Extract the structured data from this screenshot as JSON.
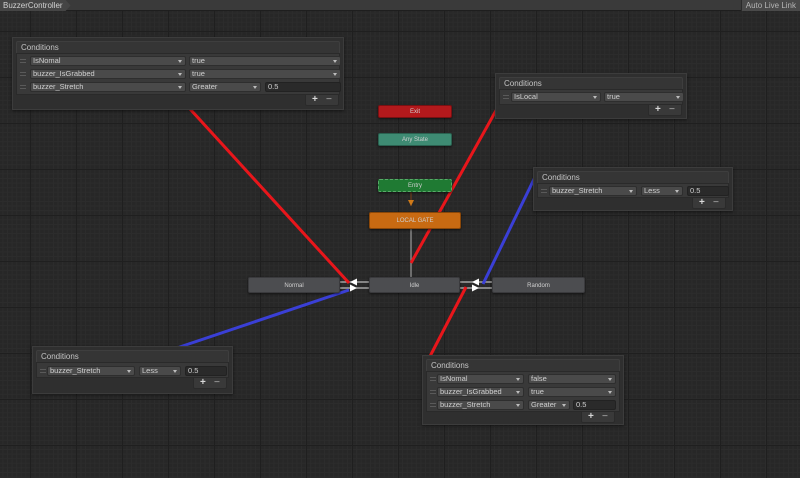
{
  "toolbar": {
    "breadcrumb": "BuzzerController",
    "auto_live_link": "Auto Live Link"
  },
  "states": {
    "exit": "Exit",
    "any_state": "Any State",
    "entry": "Entry",
    "default_state": "LOCAL GATE",
    "normal": "Normal",
    "idle": "Idle",
    "random": "Random"
  },
  "colors": {
    "exit": "#b3191c",
    "any_state": "#3e8b73",
    "entry": "#1f7a33",
    "default_state": "#c86a12",
    "annotation_red": "#e8161b",
    "annotation_blue": "#3a3fd6"
  },
  "condition_panels": [
    {
      "header": "Conditions",
      "rows": [
        {
          "param": "IsNomal",
          "op": "true",
          "value": null
        },
        {
          "param": "buzzer_IsGrabbed",
          "op": "true",
          "value": null
        },
        {
          "param": "buzzer_Stretch",
          "op": "Greater",
          "value": "0.5"
        }
      ],
      "add": "+",
      "remove": "−"
    },
    {
      "header": "Conditions",
      "rows": [
        {
          "param": "IsLocal",
          "op": "true",
          "value": null
        }
      ],
      "add": "+",
      "remove": "−"
    },
    {
      "header": "Conditions",
      "rows": [
        {
          "param": "buzzer_Stretch",
          "op": "Less",
          "value": "0.5"
        }
      ],
      "add": "+",
      "remove": "−"
    },
    {
      "header": "Conditions",
      "rows": [
        {
          "param": "buzzer_Stretch",
          "op": "Less",
          "value": "0.5"
        }
      ],
      "add": "+",
      "remove": "−"
    },
    {
      "header": "Conditions",
      "rows": [
        {
          "param": "IsNomal",
          "op": "false",
          "value": null
        },
        {
          "param": "buzzer_IsGrabbed",
          "op": "true",
          "value": null
        },
        {
          "param": "buzzer_Stretch",
          "op": "Greater",
          "value": "0.5"
        }
      ],
      "add": "+",
      "remove": "−"
    }
  ]
}
